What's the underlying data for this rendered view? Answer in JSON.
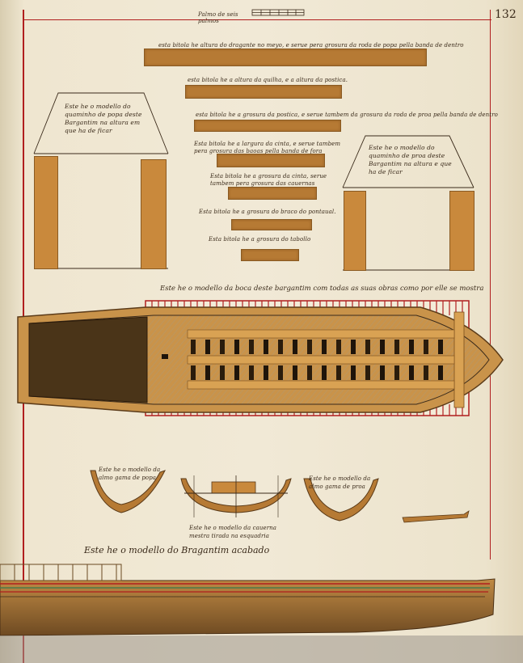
{
  "folio": "132",
  "scale_label": "Palmo de seis palmos",
  "notes": {
    "n1": "esta bitola he altura do dragante no meyo, e serue pera grosura da roda de popa pella banda de dentro",
    "n2": "esta bitola he a altura da quilha, e a altura da postica.",
    "n3": "esta bitola he a grosura da postica, e serue tambem da grosura da roda de proa pella banda de dentro",
    "n4": "Esta bitola he a largura da cinta, e serue tambem pera grosura das baoas pella banda de fora",
    "n5": "Esta bitola he a grosura da cinta, serue tambem pera grosura das cauernas",
    "n6": "Esta bitola he a grosura do braco do pontaual.",
    "n7": "Esta bitola he a grosura do tabollo"
  },
  "left_box_label": "Este he o modello do quaminho de popa deste Bargantim na altura em que ha de ficar",
  "right_box_label": "Este he o modello do quaminho de proa deste Bargantim na altura e que ha de ficar",
  "deck_label": "Este he o modello da boca deste bargantim com todas as suas obras como por elle se mostra",
  "section_labels": {
    "stern": "Este he o modello da almo gama de popa",
    "midship": "Este he o modello da cauerna mestra tirada na esquadria",
    "bow": "Este he o modello da almo gama de proa"
  },
  "finished_label": "Este he o modello do Bragantim acabado",
  "colors": {
    "wood": "#b67a34",
    "red_rule": "#b01e1e",
    "ink": "#3a2a1a",
    "paper": "#f1e9d6"
  }
}
